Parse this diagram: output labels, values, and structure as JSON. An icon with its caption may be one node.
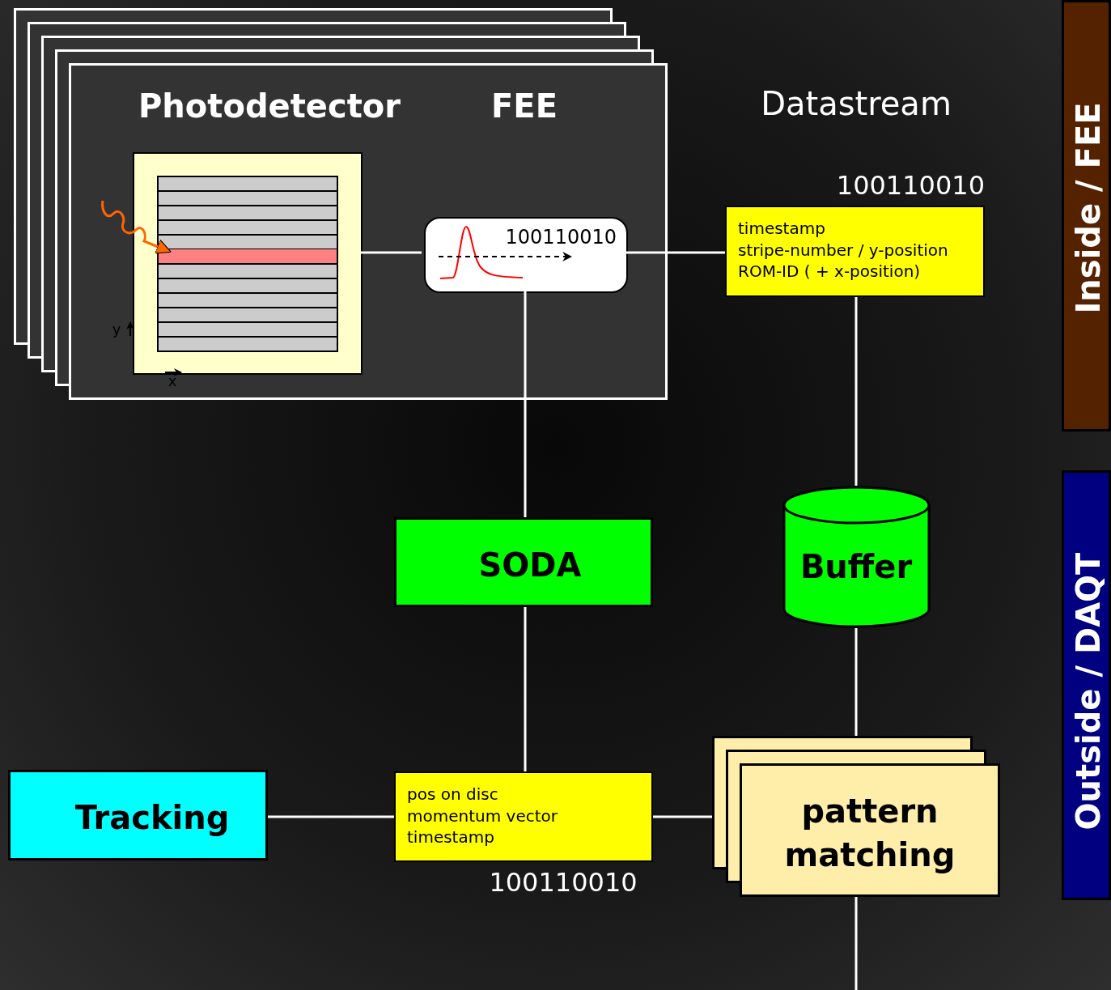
{
  "diagram": {
    "nodes": [
      {
        "text": [
          "Photodetector",
          "FEE"
        ]
      },
      {
        "text": [],
        "shape": "picture",
        "in": 0,
        "beside": [
          "y",
          "x"
        ]
      },
      {
        "text": [
          "100110010"
        ],
        "in": 0
      },
      {
        "text": [
          "timestamp",
          "stripe-number / y-position",
          "ROM-ID ( + x-position)"
        ],
        "beside": [
          "100110010"
        ]
      },
      {
        "text": [
          "SODA"
        ]
      },
      {
        "text": [
          "Buffer"
        ]
      },
      {
        "text": [
          "Tracking"
        ]
      },
      {
        "text": [
          "pos on disc",
          "momentum vector",
          "timestamp"
        ],
        "beside": [
          "100110010"
        ]
      },
      {
        "text": [
          "pattern matching"
        ]
      },
      {
        "text": [
          "Inside / FEE"
        ]
      },
      {
        "text": [
          "Outside / DAQT"
        ]
      }
    ],
    "edges": [
      {
        "from": 1,
        "to": 2,
        "arrow": "none"
      },
      {
        "from": 2,
        "to": 3,
        "arrow": "none"
      },
      {
        "from": 2,
        "to": 4,
        "arrow": "none"
      },
      {
        "from": 3,
        "to": 5,
        "arrow": "none"
      },
      {
        "from": 4,
        "to": 7,
        "arrow": "none"
      },
      {
        "from": 6,
        "to": 7,
        "arrow": "none"
      },
      {
        "from": 7,
        "to": 8,
        "arrow": "none"
      },
      {
        "from": 5,
        "to": 8,
        "arrow": "none"
      },
      {
        "from": 8,
        "to": null,
        "arrow": "none"
      }
    ],
    "labels": [
      "Datastream"
    ]
  }
}
